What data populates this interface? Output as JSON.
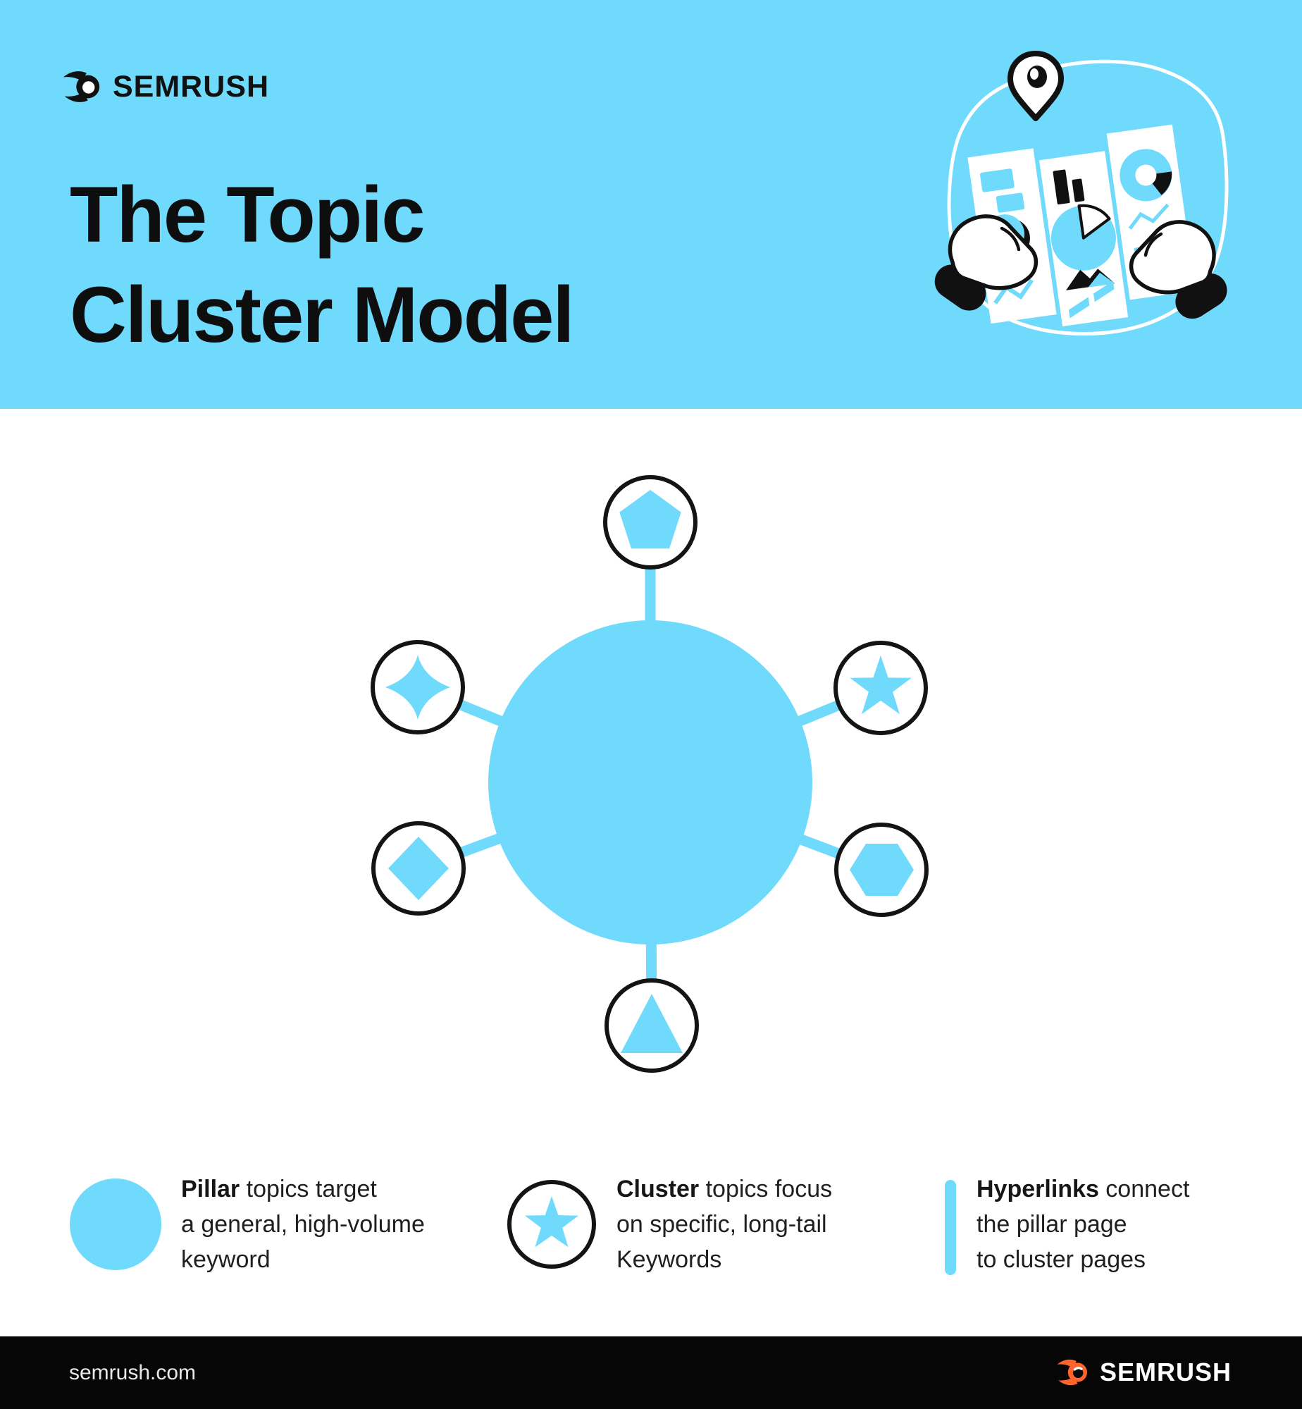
{
  "colors": {
    "accent_blue": "#6FDAFC",
    "ink": "#111111",
    "text": "#1F1F1F",
    "footer_bg": "#060606",
    "brand_orange": "#FF642D"
  },
  "header": {
    "brand": "SEMRUSH",
    "title_line1": "The Topic",
    "title_line2": "Cluster Model",
    "illustration": "hands-holding-folded-map-with-location-pin"
  },
  "diagram": {
    "center_node": "pillar-circle",
    "cluster_nodes": [
      "pentagon",
      "four-point-star",
      "five-point-star",
      "diamond",
      "hexagon",
      "triangle"
    ]
  },
  "legend": {
    "items": [
      {
        "icon": "pillar-circle-icon",
        "term": "Pillar",
        "line1_rest": " topics target",
        "line2": "a general, high-volume",
        "line3": "keyword"
      },
      {
        "icon": "cluster-star-icon",
        "term": "Cluster",
        "line1_rest": " topics focus",
        "line2": "on specific, long-tail",
        "line3": "Keywords"
      },
      {
        "icon": "hyperlink-bar-icon",
        "term": "Hyperlinks",
        "line1_rest": " connect",
        "line2": "the pillar page",
        "line3": "to cluster pages"
      }
    ]
  },
  "footer": {
    "url": "semrush.com",
    "brand": "SEMRUSH"
  }
}
